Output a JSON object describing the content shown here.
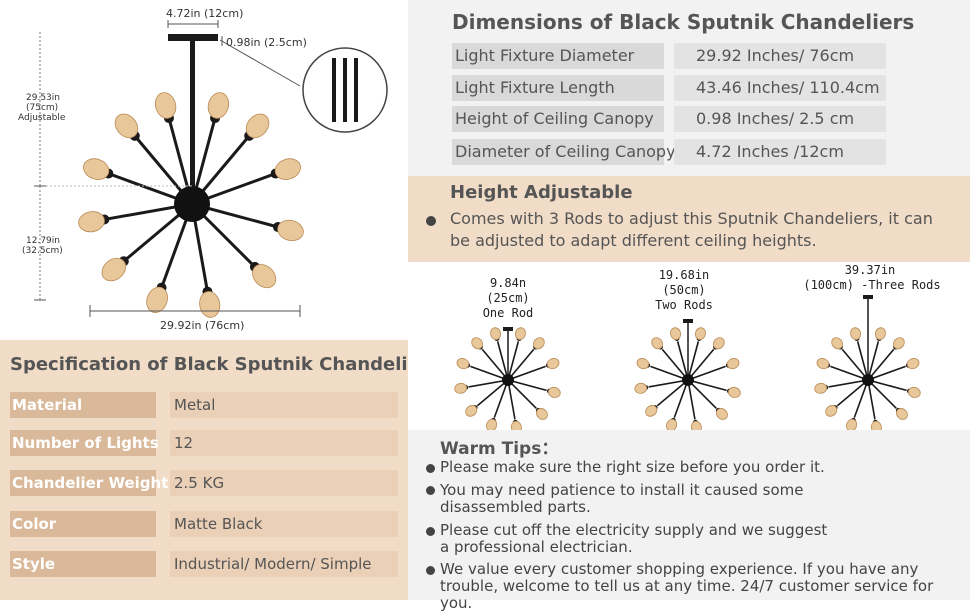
{
  "photo": {
    "dim_canopy_width": "4.72in (12cm)",
    "dim_canopy_height": "0.98in (2.5cm)",
    "dim_length_value": "29.53in",
    "dim_length_metric": "(75cm)",
    "dim_length_note": "Adjustable",
    "dim_body_value": "12.79in",
    "dim_body_metric": "(32.5cm)",
    "dim_diameter": "29.92in (76cm)"
  },
  "specification": {
    "title": "Specification of Black Sputnik Chandeliers",
    "rows": [
      {
        "key": "Material",
        "value": "Metal"
      },
      {
        "key": "Number of Lights",
        "value": "12"
      },
      {
        "key": "Chandelier Weight",
        "value": "2.5 KG"
      },
      {
        "key": "Color",
        "value": "Matte Black"
      },
      {
        "key": "Style",
        "value": "Industrial/ Modern/ Simple"
      }
    ]
  },
  "dimensions": {
    "title": "Dimensions of Black Sputnik Chandeliers",
    "rows": [
      {
        "key": "Light Fixture Diameter",
        "value": "29.92 Inches/ 76cm"
      },
      {
        "key": "Light Fixture Length",
        "value": "43.46 Inches/ 110.4cm"
      },
      {
        "key": "Height of Ceiling Canopy",
        "value": "0.98 Inches/ 2.5 cm"
      },
      {
        "key": "Diameter of Ceiling Canopy",
        "value": "4.72 Inches /12cm"
      }
    ]
  },
  "adjustable": {
    "title": "Height Adjustable",
    "text": "Comes with 3 Rods to adjust this Sputnik Chandeliers, it can be adjusted  to adapt different ceiling heights."
  },
  "rods": [
    {
      "line1": "9.84n",
      "line2": "(25cm)",
      "line3": "One Rod"
    },
    {
      "line1": "19.68in",
      "line2": "(50cm)",
      "line3": "Two Rods"
    },
    {
      "line1": "39.37in",
      "line2": "(100cm) -Three Rods",
      "line3": ""
    }
  ],
  "tips": {
    "title": "Warm Tips：",
    "items": [
      "Please make sure the right size before you order it.",
      "You may need patience to install it caused some disassembled parts.",
      "Please cut off the electricity supply and we suggest a professional electrician.",
      "We value every customer shopping experience. If you have any trouble, welcome to tell us at any time. 24/7 customer service for you."
    ]
  },
  "colors": {
    "beige_panel": "#f0dcc7",
    "gray_panel": "#f2f2f2",
    "spec_key_bg": "#d9b99a",
    "spec_val_bg": "#ead0b6",
    "fixture_black": "#1a1a1a",
    "bulb_amber": "#e8c79a"
  }
}
